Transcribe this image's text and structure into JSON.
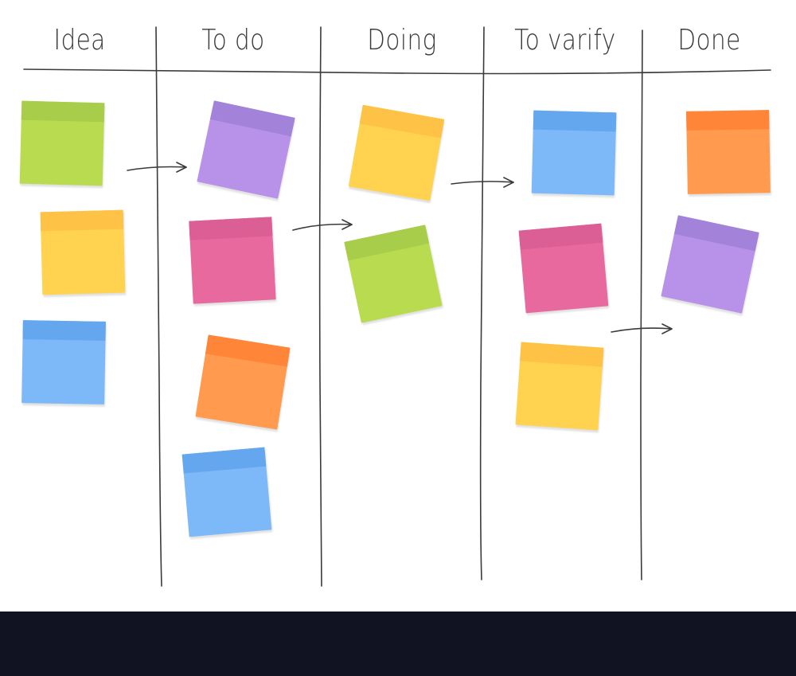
{
  "board": {
    "columns": [
      {
        "id": "idea",
        "label": "Idea"
      },
      {
        "id": "todo",
        "label": "To do"
      },
      {
        "id": "doing",
        "label": "Doing"
      },
      {
        "id": "verify",
        "label": "To varify"
      },
      {
        "id": "done",
        "label": "Done"
      }
    ],
    "notes": [
      {
        "column": "idea",
        "color": "green"
      },
      {
        "column": "idea",
        "color": "yellow"
      },
      {
        "column": "idea",
        "color": "blue"
      },
      {
        "column": "todo",
        "color": "purple"
      },
      {
        "column": "todo",
        "color": "pink"
      },
      {
        "column": "todo",
        "color": "orange"
      },
      {
        "column": "todo",
        "color": "blue"
      },
      {
        "column": "doing",
        "color": "yellow"
      },
      {
        "column": "doing",
        "color": "green"
      },
      {
        "column": "verify",
        "color": "blue"
      },
      {
        "column": "verify",
        "color": "pink"
      },
      {
        "column": "verify",
        "color": "yellow"
      },
      {
        "column": "done",
        "color": "orange"
      },
      {
        "column": "done",
        "color": "purple"
      }
    ],
    "arrows": [
      {
        "from": "idea",
        "to": "todo"
      },
      {
        "from": "todo",
        "to": "doing"
      },
      {
        "from": "doing",
        "to": "verify"
      },
      {
        "from": "verify",
        "to": "done"
      }
    ]
  },
  "colors": {
    "green": {
      "body": "#b9db4f",
      "strip": "#a7cd4b"
    },
    "yellow": {
      "body": "#ffd34f",
      "strip": "#fec346"
    },
    "blue": {
      "body": "#7db9f8",
      "strip": "#65a7ee"
    },
    "purple": {
      "body": "#b892e8",
      "strip": "#a382d9"
    },
    "pink": {
      "body": "#e8699e",
      "strip": "#db5e95"
    },
    "orange": {
      "body": "#ff9a4e",
      "strip": "#ff8539"
    },
    "line": "#3a3a3a",
    "footer": "#111322"
  }
}
